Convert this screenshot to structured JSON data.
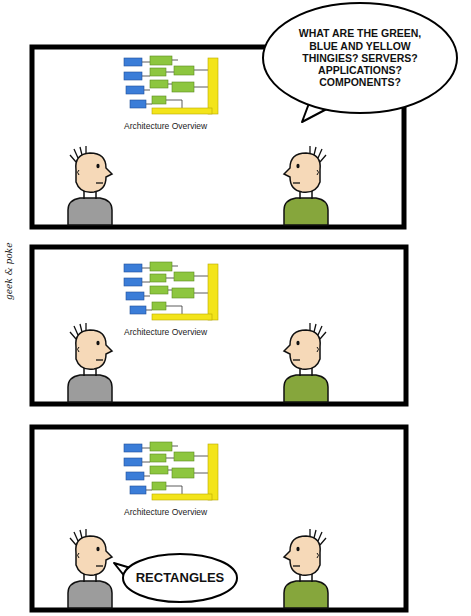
{
  "diagram": {
    "nodes": [
      {
        "text": [
          "WHAT ARE THE GREEN, BLUE AND YELLOW THINGIES? SERVERS? APPLICATIONS? COMPONENTS?"
        ]
      },
      {
        "text": [
          "RECTANGLES"
        ]
      }
    ],
    "labels": [
      "geek & poke",
      "Architecture Overview",
      "Architecture Overview",
      "Architecture Overview"
    ]
  }
}
